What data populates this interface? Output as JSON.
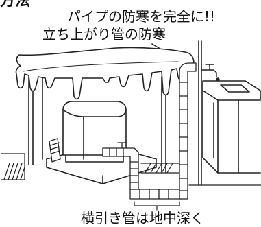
{
  "labels": {
    "title_partial": "方法",
    "main_callout": "パイプの防寒を完全に!!",
    "riser_callout": "立ち上がり管の防寒",
    "horizontal_callout": "横引き管は地中深く"
  },
  "icons": [
    "well-pump-icon",
    "faucet-icon",
    "sink-icon",
    "icicle-icon"
  ],
  "colors": {
    "line": "#222222",
    "background": "#ffffff"
  }
}
